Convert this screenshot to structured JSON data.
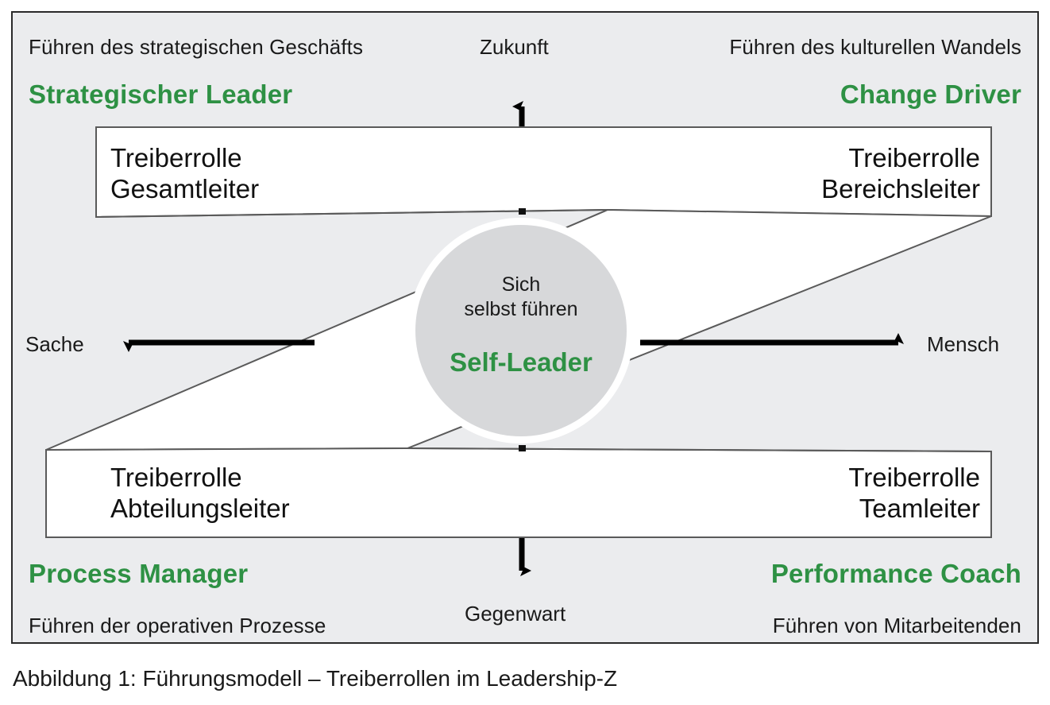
{
  "figure": {
    "caption": "Abbildung 1: Führungsmodell – Treiberrollen im Leadership-Z",
    "accent_color": "#2e9144",
    "panel_bg": "#ebecee",
    "band_fill": "#ffffff",
    "circle_fill": "#d7d8da",
    "border_color": "#2a2a2a"
  },
  "axes": {
    "top": "Zukunft",
    "bottom": "Gegenwart",
    "left": "Sache",
    "right": "Mensch"
  },
  "quadrants": [
    {
      "id": "top-left",
      "tagline": "Führen des strategischen Geschäfts",
      "role": "Strategischer Leader",
      "driver_line1": "Treiberrolle",
      "driver_line2": "Gesamtleiter"
    },
    {
      "id": "top-right",
      "tagline": "Führen des kulturellen Wandels",
      "role": "Change Driver",
      "driver_line1": "Treiberrolle",
      "driver_line2": "Bereichsleiter"
    },
    {
      "id": "bottom-left",
      "tagline": "Führen der operativen Prozesse",
      "role": "Process Manager",
      "driver_line1": "Treiberrolle",
      "driver_line2": "Abteilungsleiter"
    },
    {
      "id": "bottom-right",
      "tagline": "Führen von Mitarbeitenden",
      "role": "Performance Coach",
      "driver_line1": "Treiberrolle",
      "driver_line2": "Teamleiter"
    }
  ],
  "center": {
    "small_line1": "Sich",
    "small_line2": "selbst führen",
    "role": "Self-Leader"
  }
}
